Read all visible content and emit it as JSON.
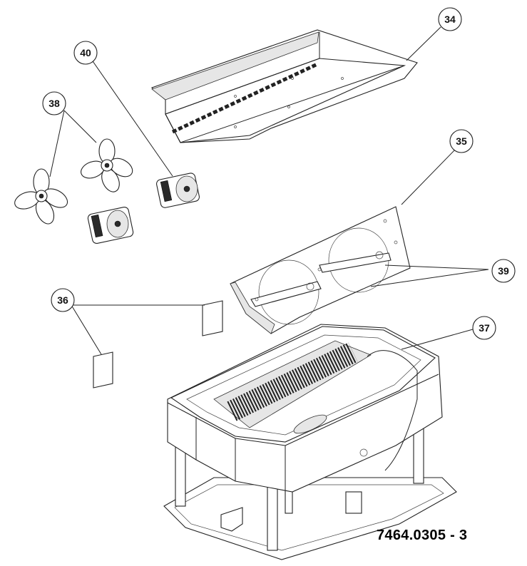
{
  "drawing_number": "7464.0305 - 3",
  "callouts": [
    {
      "id": "34",
      "label": "34"
    },
    {
      "id": "35",
      "label": "35"
    },
    {
      "id": "36",
      "label": "36"
    },
    {
      "id": "37",
      "label": "37"
    },
    {
      "id": "38",
      "label": "38"
    },
    {
      "id": "39",
      "label": "39"
    },
    {
      "id": "40",
      "label": "40"
    }
  ],
  "colors": {
    "line": "#222222",
    "background": "#ffffff"
  }
}
